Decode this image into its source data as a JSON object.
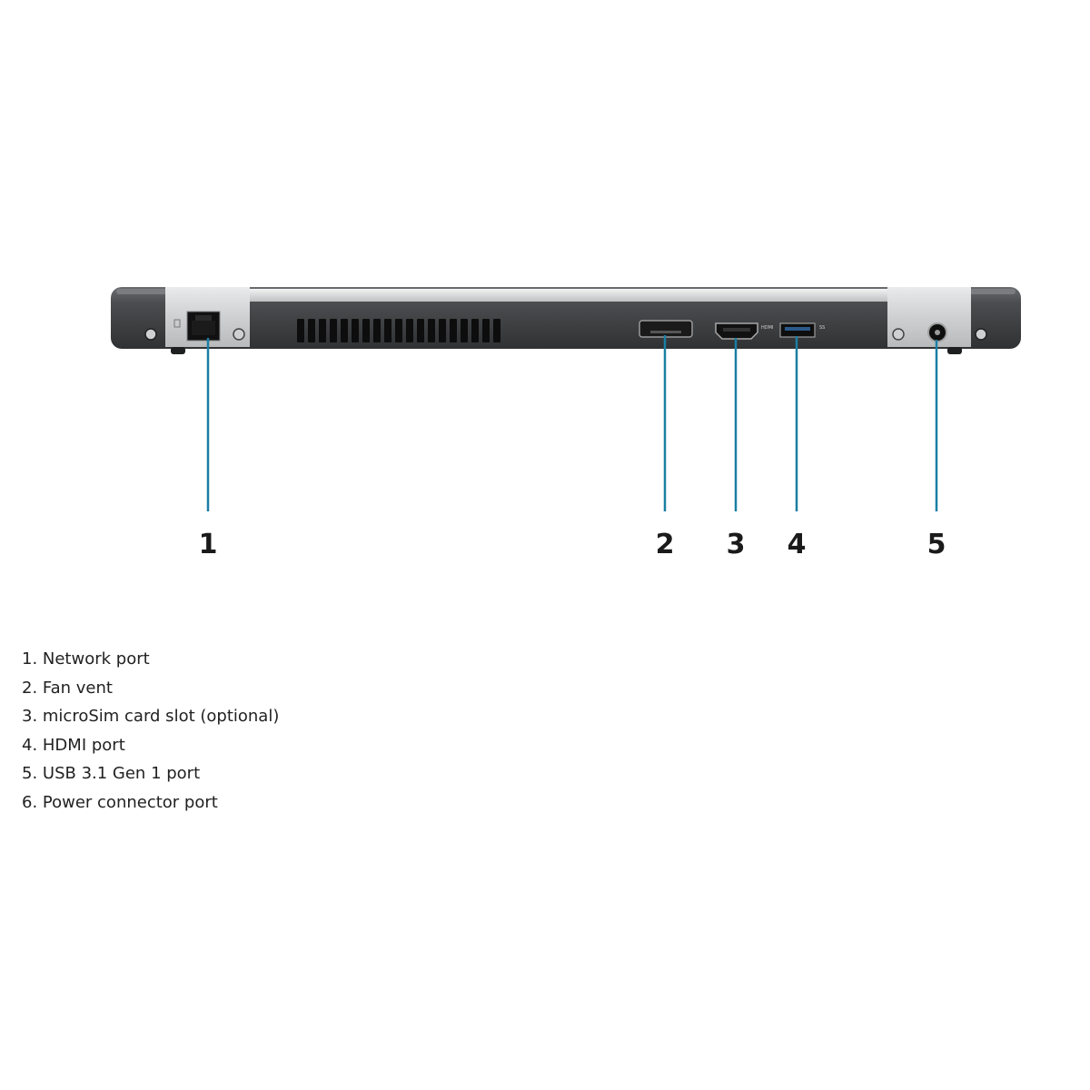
{
  "callouts": [
    {
      "number": "1"
    },
    {
      "number": "2"
    },
    {
      "number": "3"
    },
    {
      "number": "4"
    },
    {
      "number": "5"
    }
  ],
  "port_marks": {
    "hdmi": "HDMI",
    "usb": "SS"
  },
  "legend": [
    "1. Network port",
    "2. Fan vent",
    "3. microSim card slot (optional)",
    "4. HDMI port",
    "5. USB 3.1 Gen 1 port",
    "6. Power connector port"
  ],
  "colors": {
    "leader_line": "#1a7fa3",
    "chassis_dark": "#3a3c3e",
    "chassis_top": "#5b5d60",
    "hinge_silver": "#d4d5d6",
    "port_black": "#111111"
  }
}
